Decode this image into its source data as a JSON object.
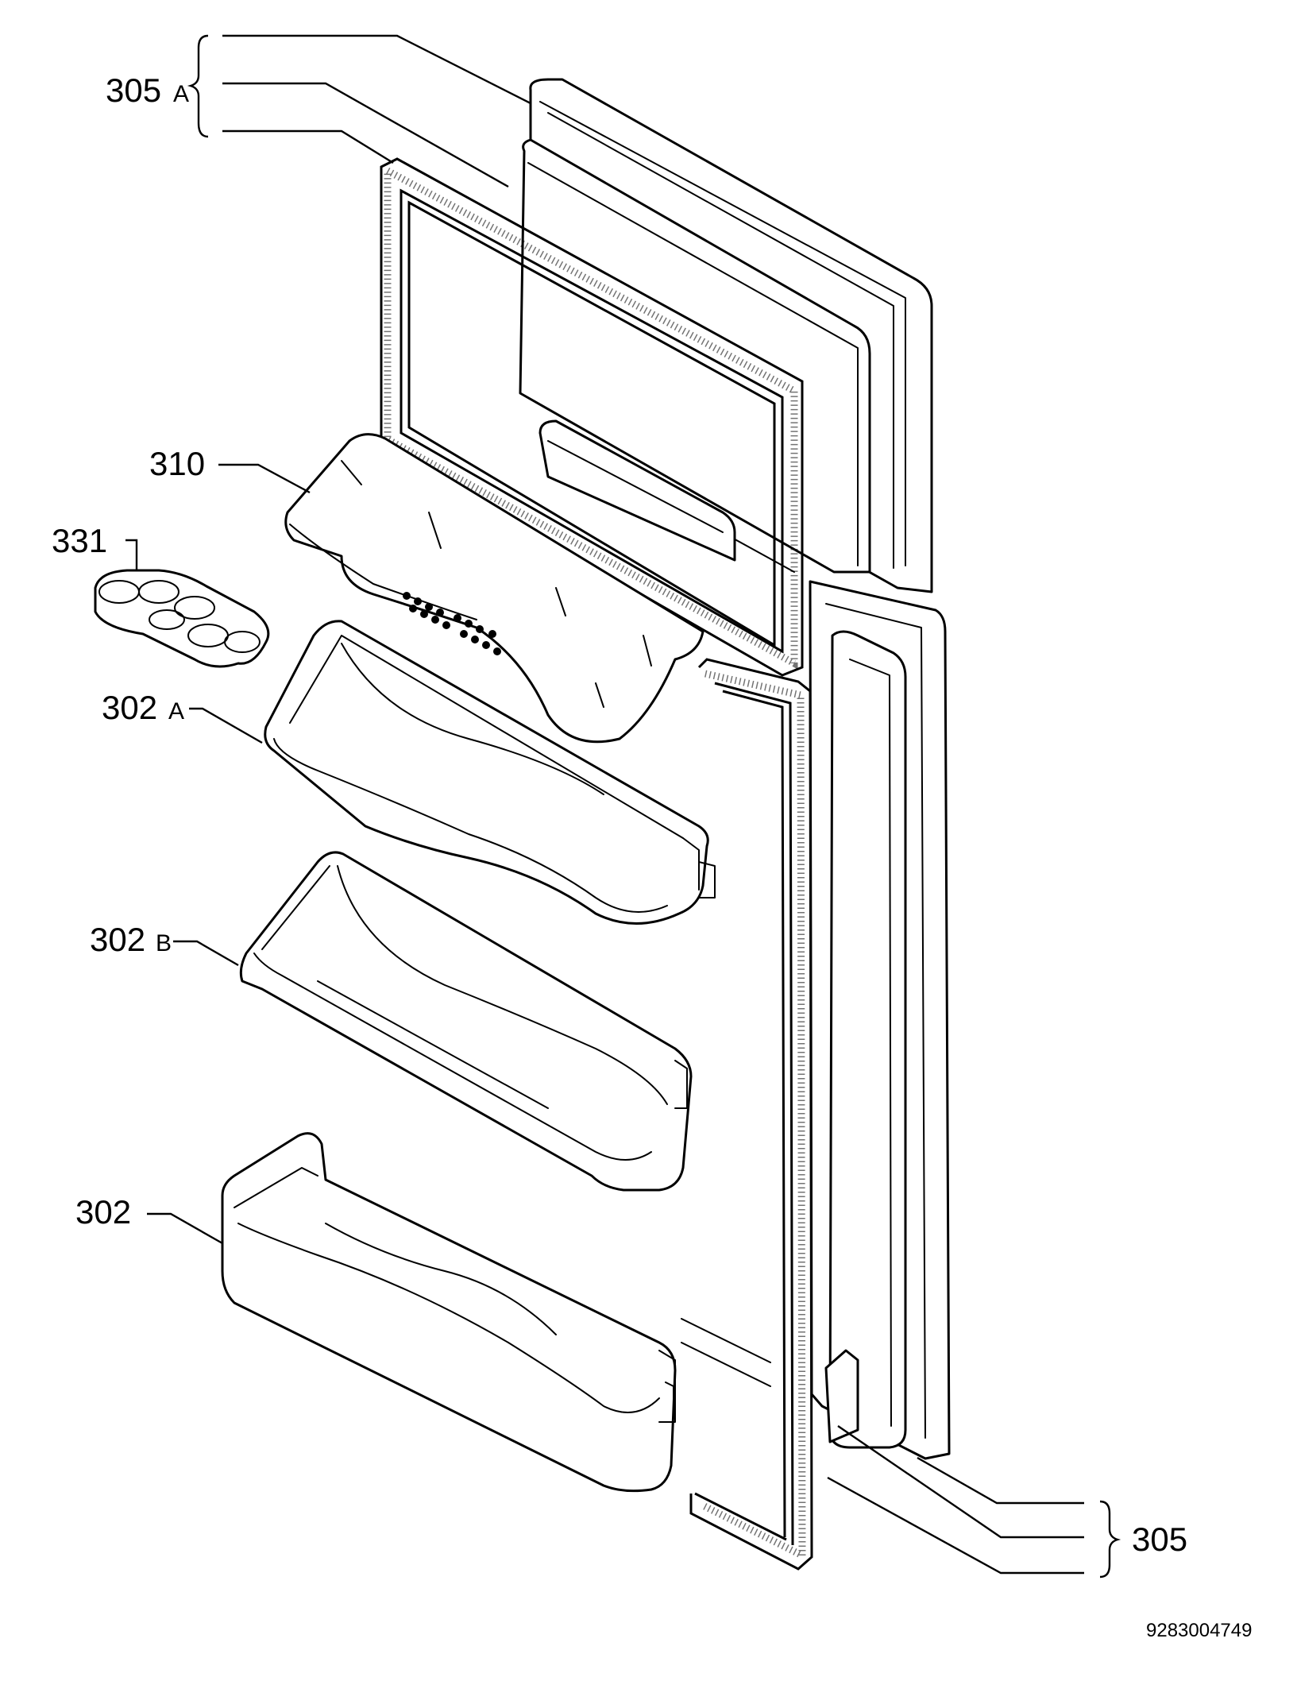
{
  "labels": {
    "p305A": {
      "num": "305",
      "suffix": "A"
    },
    "p310": {
      "num": "310"
    },
    "p331": {
      "num": "331"
    },
    "p302A": {
      "num": "302",
      "suffix": "A"
    },
    "p302B": {
      "num": "302",
      "suffix": "B"
    },
    "p302": {
      "num": "302"
    },
    "p305": {
      "num": "305"
    }
  },
  "drawing_number": "9283004749"
}
